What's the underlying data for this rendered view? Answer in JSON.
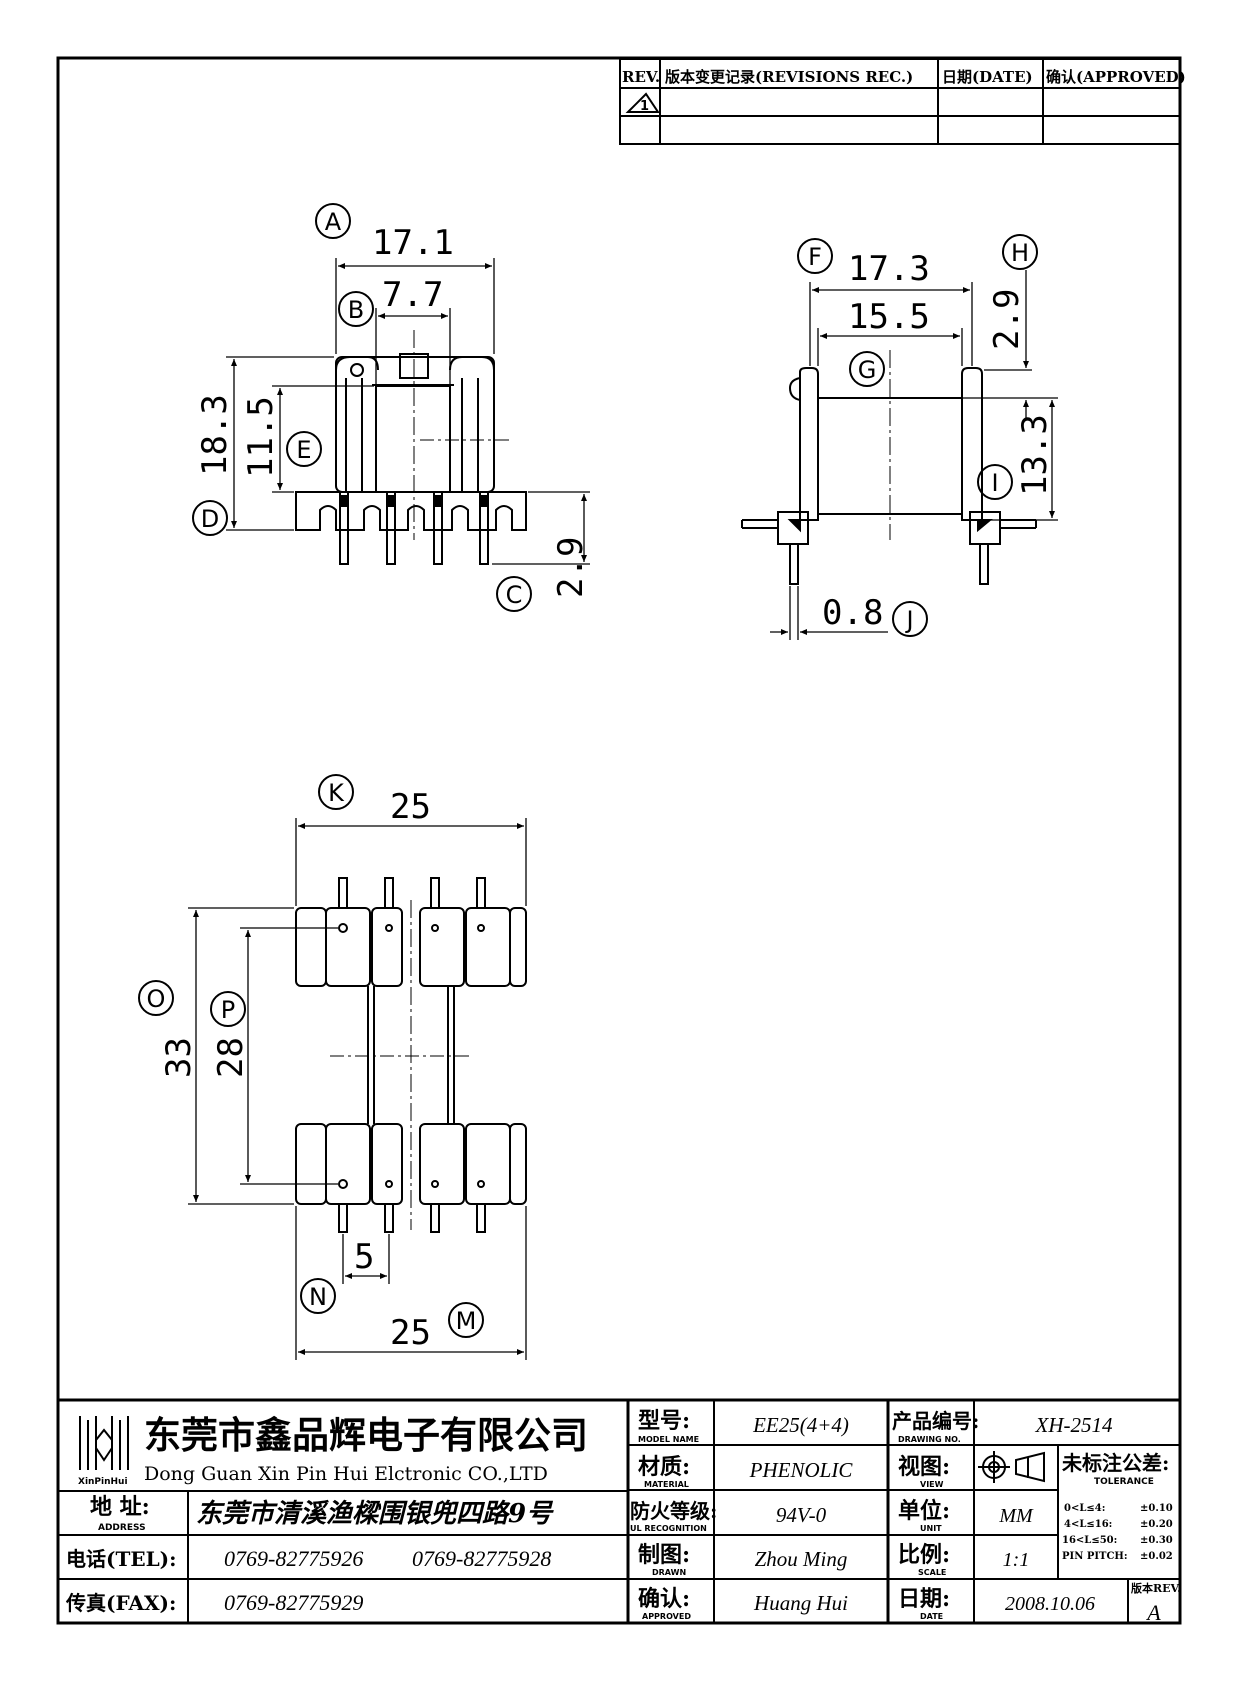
{
  "revision_table": {
    "headers": {
      "rev": "REV.",
      "record": "版本变更记录(REVISIONS REC.)",
      "date": "日期(DATE)",
      "approved": "确认(APPROVED)"
    },
    "first_row_rev": "1"
  },
  "views": {
    "front": {
      "labels": {
        "a": "A",
        "b": "B",
        "c": "C",
        "d": "D",
        "e": "E"
      },
      "dims": {
        "width": "17.1",
        "inner": "7.7",
        "height": "18.3",
        "mid": "11.5",
        "pin": "2.9"
      }
    },
    "side": {
      "labels": {
        "f": "F",
        "g": "G",
        "h": "H",
        "i": "I",
        "j": "J"
      },
      "dims": {
        "width": "17.3",
        "inner": "15.5",
        "top": "2.9",
        "height": "13.3",
        "pin": "0.8"
      }
    },
    "bottom": {
      "labels": {
        "k": "K",
        "m": "M",
        "n": "N",
        "o": "O",
        "p": "P"
      },
      "dims": {
        "top_width": "25",
        "bottom_width": "25",
        "outer": "33",
        "inner": "28",
        "pitch": "5"
      }
    }
  },
  "title_block": {
    "logo_text": "XinPinHui",
    "company_cn": "东莞市鑫品辉电子有限公司",
    "company_en": "Dong Guan Xin Pin Hui Elctronic CO.,LTD",
    "address_label": "地 址:",
    "address_label_en": "ADDRESS",
    "address": "东莞市清溪渔樑围银兜四路9号",
    "tel_label": "电话(TEL):",
    "tel1": "0769-82775926",
    "tel2": "0769-82775928",
    "fax_label": "传真(FAX):",
    "fax": "0769-82775929",
    "model_label": "型号:",
    "model_label_en": "MODEL NAME",
    "model": "EE25(4+4)",
    "material_label": "材质:",
    "material_label_en": "MATERIAL",
    "material": "PHENOLIC",
    "fire_label": "防火等级:",
    "fire_label_en": "UL RECOGNITION",
    "fire": "94V-0",
    "drawn_label": "制图:",
    "drawn_label_en": "DRAWN",
    "drawn": "Zhou Ming",
    "approved_label": "确认:",
    "approved_label_en": "APPROVED",
    "approved": "Huang Hui",
    "drawing_no_label": "产品编号:",
    "drawing_no_label_en": "DRAWING NO.",
    "drawing_no": "XH-2514",
    "view_label": "视图:",
    "view_label_en": "VIEW",
    "unit_label": "单位:",
    "unit_label_en": "UNIT",
    "unit": "MM",
    "scale_label": "比例:",
    "scale_label_en": "SCALE",
    "scale": "1:1",
    "date_label": "日期:",
    "date_label_en": "DATE",
    "date": "2008.10.06",
    "tolerance_title": "未标注公差:",
    "tolerance_en": "TOLERANCE",
    "tolerances": [
      {
        "range": "0<L≤4:",
        "value": "±0.10"
      },
      {
        "range": "4<L≤16:",
        "value": "±0.20"
      },
      {
        "range": "16<L≤50:",
        "value": "±0.30"
      },
      {
        "range": "PIN PITCH:",
        "value": "±0.02"
      }
    ],
    "rev_label": "版本REV.",
    "rev": "A"
  }
}
